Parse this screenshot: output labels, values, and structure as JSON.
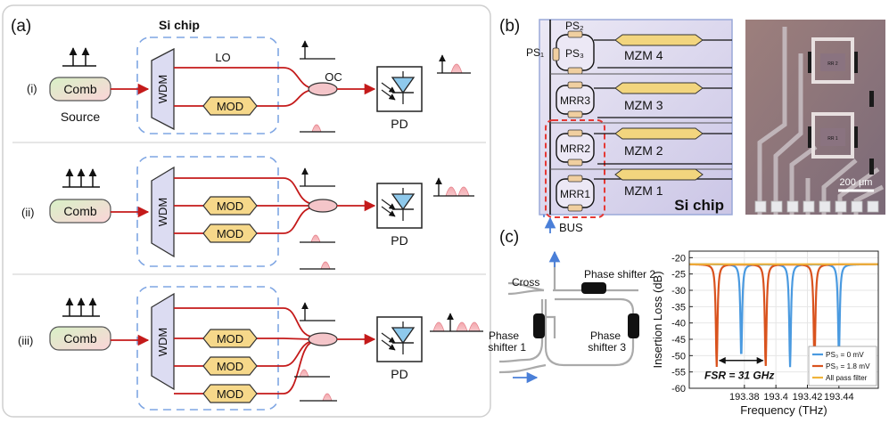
{
  "panel_a": {
    "label": "(a)",
    "si_chip": "Si chip",
    "rows": [
      {
        "tag": "(i)",
        "comb": "Comb",
        "source": "Source",
        "wdm": "WDM",
        "lo": "LO",
        "mods": [
          "MOD"
        ],
        "oc": "OC",
        "pd": "PD"
      },
      {
        "tag": "(ii)",
        "comb": "Comb",
        "wdm": "WDM",
        "mods": [
          "MOD",
          "MOD"
        ],
        "pd": "PD"
      },
      {
        "tag": "(iii)",
        "comb": "Comb",
        "wdm": "WDM",
        "mods": [
          "MOD",
          "MOD",
          "MOD"
        ],
        "pd": "PD"
      }
    ]
  },
  "panel_b": {
    "label": "(b)",
    "ps1": "PS₁",
    "ps2": "PS₂",
    "ps3": "PS₃",
    "mrrs": [
      "MRR3",
      "MRR2",
      "MRR1"
    ],
    "mzms": [
      "MZM 4",
      "MZM 3",
      "MZM 2",
      "MZM 1"
    ],
    "chip_label": "Si chip",
    "bus": "BUS",
    "scale_bar": "200 μm",
    "micro_labels": [
      "RR 2",
      "RR 1"
    ],
    "colors": {
      "chip_bg": "#d8d4ea",
      "highlight": "#e53935",
      "mzm": "#f2d57e"
    }
  },
  "panel_c": {
    "label": "(c)",
    "schematic": {
      "cross": "Cross",
      "ps1": "Phase\nshifter 1",
      "ps2": "Phase shifter 2",
      "ps3": "Phase\nshifter 3"
    },
    "chart_data": {
      "type": "line",
      "xlabel": "Frequency (THz)",
      "ylabel": "Insertion Loss (dB)",
      "xlim": [
        193.345,
        193.465
      ],
      "ylim": [
        -60,
        -18
      ],
      "xticks": [
        193.38,
        193.4,
        193.42,
        193.44
      ],
      "xtick_labels": [
        "193.38",
        "193.4",
        "193.42",
        "193.44"
      ],
      "yticks": [
        -20,
        -25,
        -30,
        -35,
        -40,
        -45,
        -50,
        -55,
        -60
      ],
      "grid": true,
      "legend_position": "bottom-right",
      "annotation": "FSR = 31 GHz",
      "annotation_span": [
        193.3624,
        193.3935
      ],
      "baseline_db": -22,
      "series": [
        {
          "name": "PS₃ = 0 mV",
          "color": "#4a9ae0",
          "dips": [
            [
              193.378,
              -50.5
            ],
            [
              193.409,
              -53.5
            ],
            [
              193.44,
              -50.5
            ]
          ]
        },
        {
          "name": "PS₃ = 1.8 mV",
          "color": "#d9531e",
          "dips": [
            [
              193.3624,
              -53.5
            ],
            [
              193.3935,
              -53.5
            ],
            [
              193.4245,
              -53.5
            ]
          ]
        },
        {
          "name": "All pass filter",
          "color": "#f0b43a",
          "dips": []
        }
      ]
    }
  }
}
